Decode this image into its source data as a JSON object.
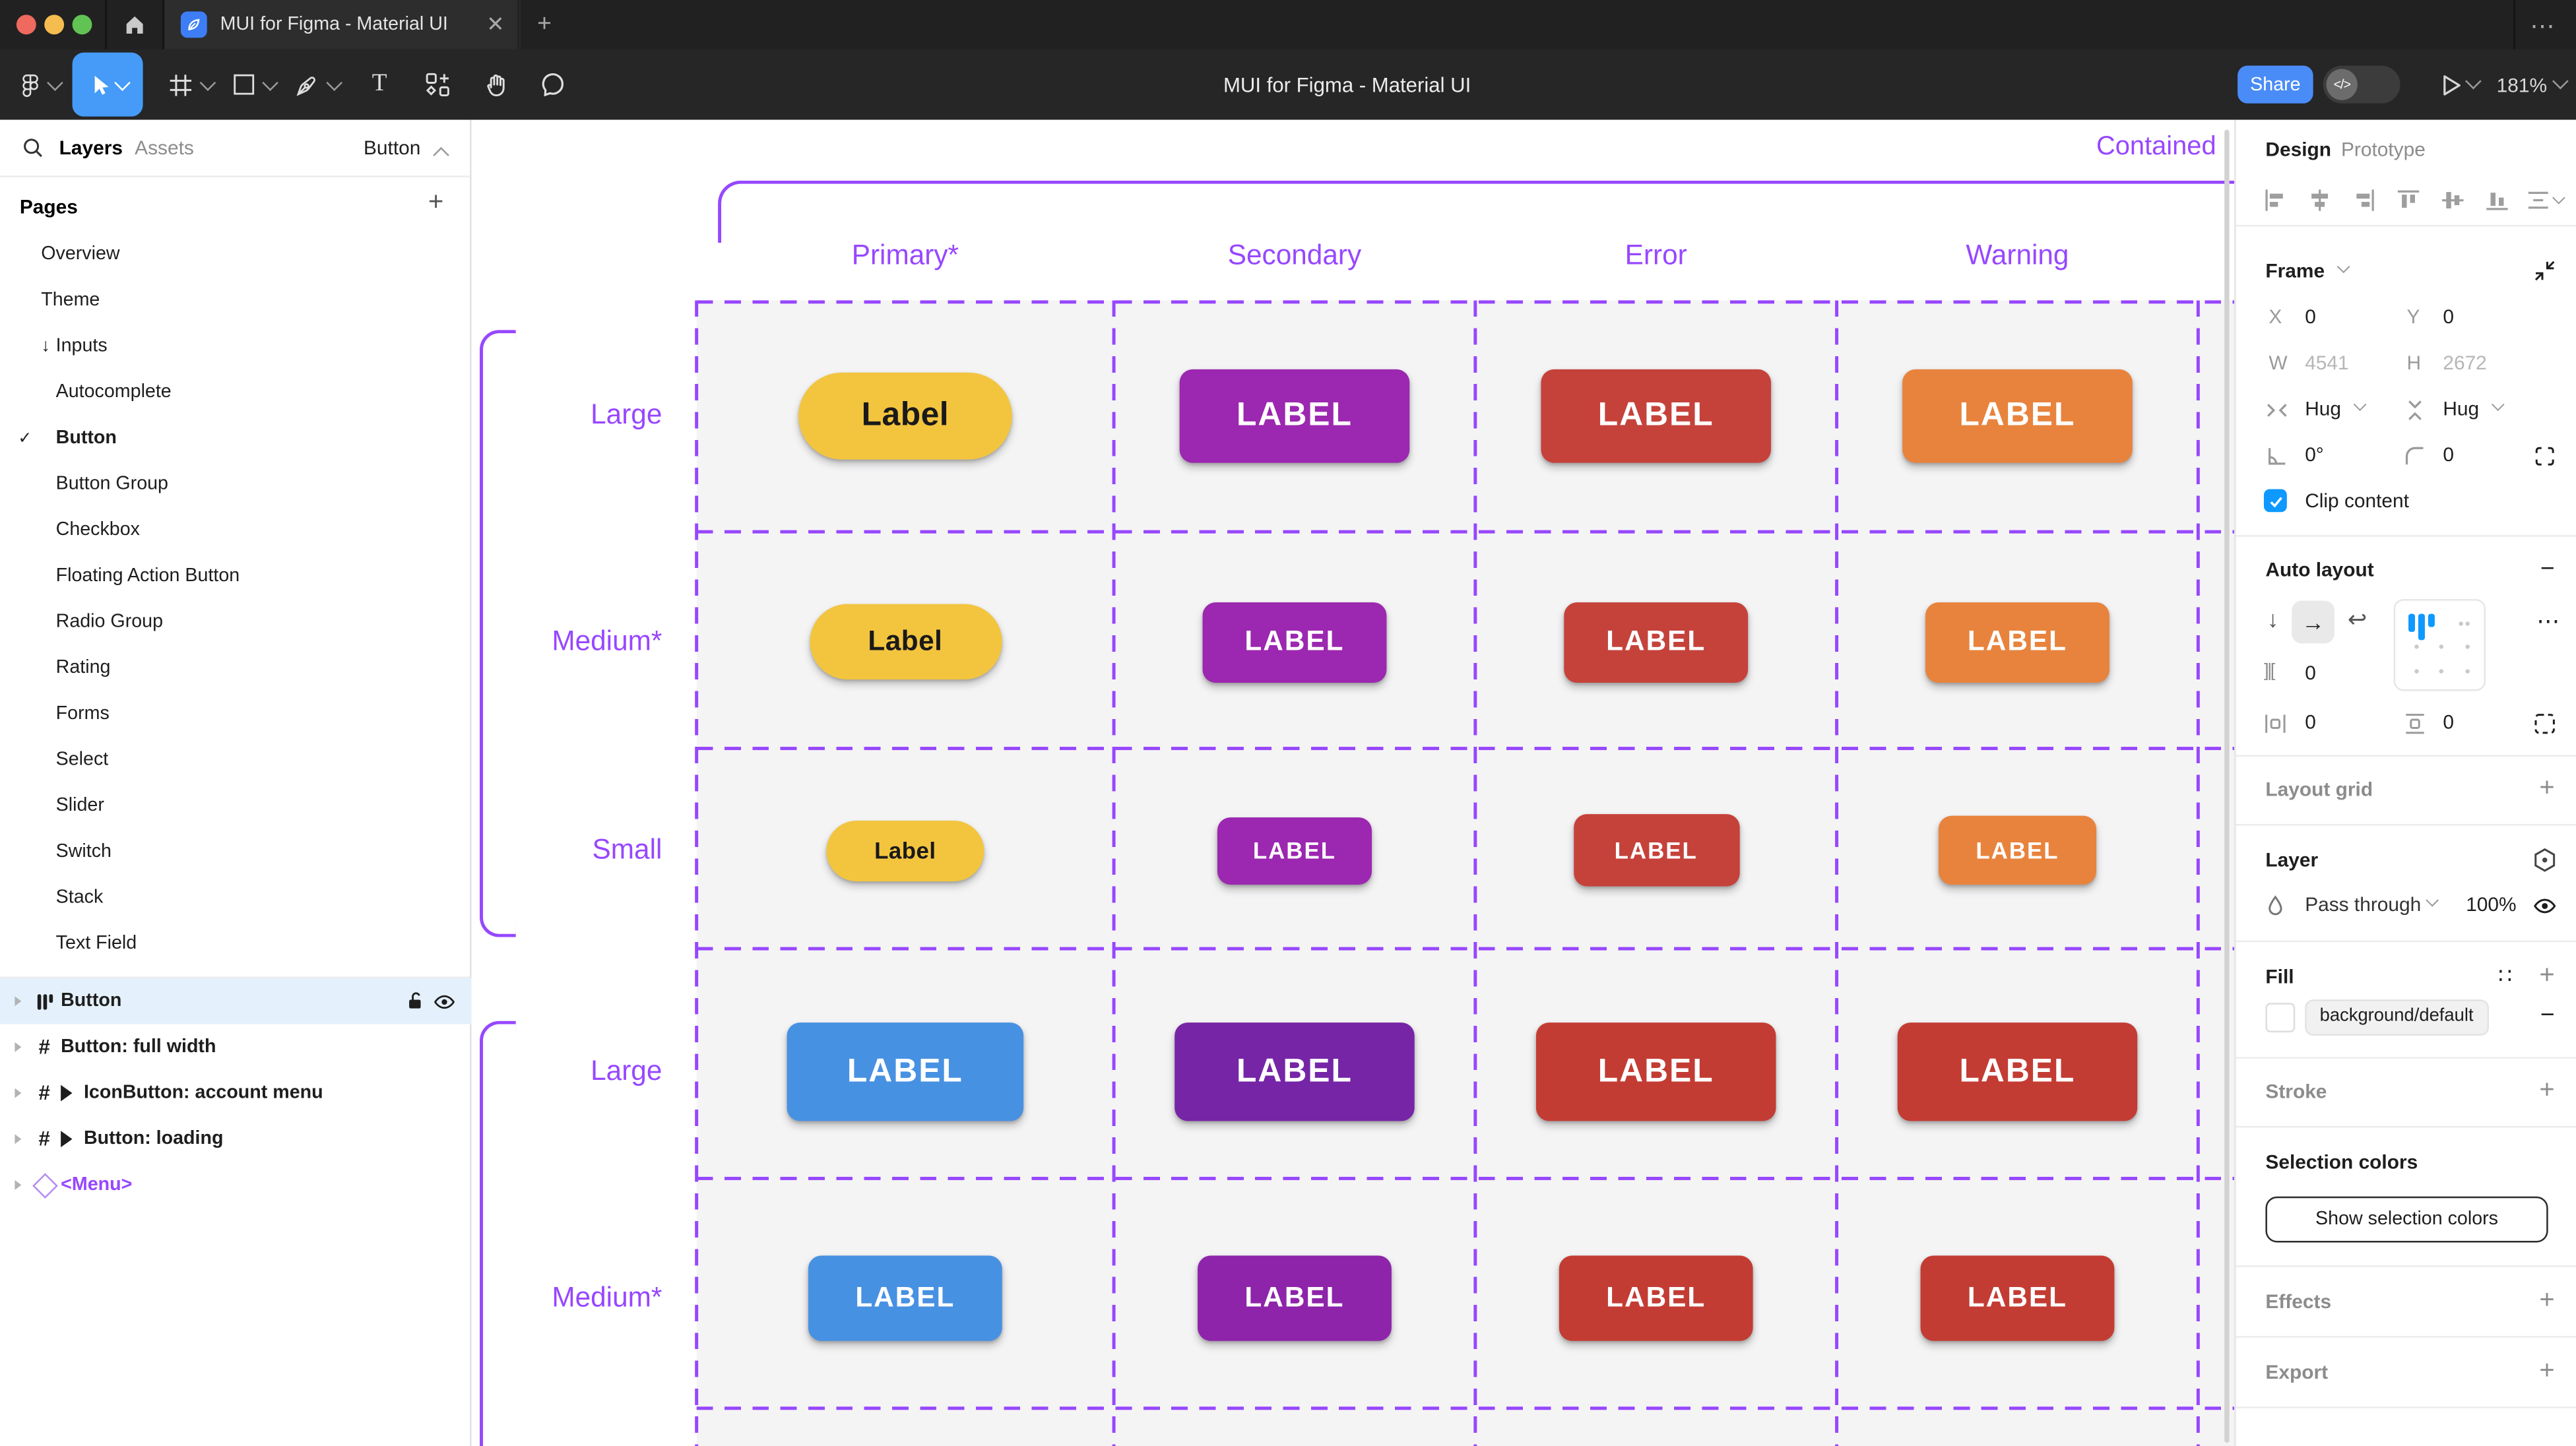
{
  "window": {
    "tab_title": "MUI for Figma - Material UI",
    "new_tab_label": "+",
    "more_label": "⋯"
  },
  "toolbar": {
    "doc_title": "MUI for Figma - Material UI",
    "share_label": "Share",
    "zoom_label": "181%"
  },
  "sidebar": {
    "tab_layers": "Layers",
    "tab_assets": "Assets",
    "page_selector": "Button",
    "pages_title": "Pages",
    "add_page_label": "+",
    "pages": [
      {
        "label": "Overview",
        "indent": 1
      },
      {
        "label": "Theme",
        "indent": 1
      },
      {
        "label": "Inputs",
        "indent": 1,
        "prefix": "↓"
      },
      {
        "label": "Autocomplete",
        "indent": 2
      },
      {
        "label": "Button",
        "indent": 2,
        "selected": true
      },
      {
        "label": "Button Group",
        "indent": 2
      },
      {
        "label": "Checkbox",
        "indent": 2
      },
      {
        "label": "Floating Action Button",
        "indent": 2
      },
      {
        "label": "Radio Group",
        "indent": 2
      },
      {
        "label": "Rating",
        "indent": 2
      },
      {
        "label": "Forms",
        "indent": 2
      },
      {
        "label": "Select",
        "indent": 2
      },
      {
        "label": "Slider",
        "indent": 2
      },
      {
        "label": "Switch",
        "indent": 2
      },
      {
        "label": "Stack",
        "indent": 2
      },
      {
        "label": "Text Field",
        "indent": 2
      }
    ],
    "layers": [
      {
        "label": "Button",
        "icon": "autolayout",
        "selected": true
      },
      {
        "label": "Button: full width",
        "icon": "frame"
      },
      {
        "label": "IconButton: account menu",
        "icon": "frame",
        "play": true
      },
      {
        "label": "Button: loading",
        "icon": "frame",
        "play": true
      },
      {
        "label": "<Menu>",
        "icon": "instance",
        "purple": true
      }
    ]
  },
  "canvas": {
    "frame_label": "Contained",
    "accent_color": "#9747FF",
    "columns": [
      "Primary*",
      "Secondary",
      "Error",
      "Warning"
    ],
    "row_labels": [
      "Large",
      "Medium*",
      "Small",
      "Large",
      "Medium*"
    ],
    "buttons": [
      [
        {
          "color": "#F3C53F",
          "text": "Label",
          "text_color": "#1A1A1A",
          "pill": true,
          "w": 130,
          "h": 53,
          "fs": 20
        },
        {
          "color": "#9C27B0",
          "text": "LABEL",
          "text_color": "#FFFFFF",
          "w": 140,
          "h": 57,
          "fs": 20
        },
        {
          "color": "#C5423B",
          "text": "LABEL",
          "text_color": "#FFFFFF",
          "w": 140,
          "h": 57,
          "fs": 20
        },
        {
          "color": "#E8833D",
          "text": "LABEL",
          "text_color": "#FFFFFF",
          "w": 140,
          "h": 57,
          "fs": 20
        }
      ],
      [
        {
          "color": "#F3C53F",
          "text": "Label",
          "text_color": "#1A1A1A",
          "pill": true,
          "w": 117,
          "h": 46,
          "fs": 17
        },
        {
          "color": "#9C27B0",
          "text": "LABEL",
          "text_color": "#FFFFFF",
          "w": 112,
          "h": 49,
          "fs": 17
        },
        {
          "color": "#C5423B",
          "text": "LABEL",
          "text_color": "#FFFFFF",
          "w": 112,
          "h": 49,
          "fs": 17
        },
        {
          "color": "#E8833D",
          "text": "LABEL",
          "text_color": "#FFFFFF",
          "w": 112,
          "h": 49,
          "fs": 17
        }
      ],
      [
        {
          "color": "#F3C53F",
          "text": "Label",
          "text_color": "#1A1A1A",
          "pill": true,
          "w": 96,
          "h": 37,
          "fs": 14
        },
        {
          "color": "#9C27B0",
          "text": "LABEL",
          "text_color": "#FFFFFF",
          "w": 94,
          "h": 41,
          "fs": 14
        },
        {
          "color": "#C5423B",
          "text": "LABEL",
          "text_color": "#FFFFFF",
          "w": 101,
          "h": 44,
          "fs": 14
        },
        {
          "color": "#E8833D",
          "text": "LABEL",
          "text_color": "#FFFFFF",
          "w": 96,
          "h": 42,
          "fs": 14
        }
      ],
      [
        {
          "color": "#4791E2",
          "text": "LABEL",
          "text_color": "#FFFFFF",
          "w": 144,
          "h": 60,
          "fs": 20
        },
        {
          "color": "#7525A6",
          "text": "LABEL",
          "text_color": "#FFFFFF",
          "w": 146,
          "h": 60,
          "fs": 20
        },
        {
          "color": "#C33C33",
          "text": "LABEL",
          "text_color": "#FFFFFF",
          "w": 146,
          "h": 60,
          "fs": 20
        },
        {
          "color": "#C33C33",
          "text": "LABEL",
          "text_color": "#FFFFFF",
          "w": 146,
          "h": 60,
          "fs": 20
        }
      ],
      [
        {
          "color": "#4791E2",
          "text": "LABEL",
          "text_color": "#FFFFFF",
          "w": 118,
          "h": 52,
          "fs": 17
        },
        {
          "color": "#8E24AA",
          "text": "LABEL",
          "text_color": "#FFFFFF",
          "w": 118,
          "h": 52,
          "fs": 17
        },
        {
          "color": "#C33C33",
          "text": "LABEL",
          "text_color": "#FFFFFF",
          "w": 118,
          "h": 52,
          "fs": 17
        },
        {
          "color": "#C33C33",
          "text": "LABEL",
          "text_color": "#FFFFFF",
          "w": 118,
          "h": 52,
          "fs": 17
        }
      ]
    ]
  },
  "panel": {
    "tab_design": "Design",
    "tab_prototype": "Prototype",
    "frame_section": "Frame",
    "x_label": "X",
    "x_value": "0",
    "y_label": "Y",
    "y_value": "0",
    "w_label": "W",
    "w_value": "4541",
    "h_label": "H",
    "h_value": "2672",
    "hug_h": "Hug",
    "hug_v": "Hug",
    "rotation_value": "0°",
    "radius_value": "0",
    "clip_label": "Clip content",
    "auto_layout_title": "Auto layout",
    "gap_value": "0",
    "pad_h_value": "0",
    "pad_v_value": "0",
    "more_label": "⋯",
    "layout_grid_title": "Layout grid",
    "layer_title": "Layer",
    "blend_mode": "Pass through",
    "opacity": "100%",
    "fill_title": "Fill",
    "fill_token": "background/default",
    "stroke_title": "Stroke",
    "selection_colors_title": "Selection colors",
    "show_selection_colors": "Show selection colors",
    "effects_title": "Effects",
    "export_title": "Export"
  },
  "colors": {
    "accent_purple": "#9747FF",
    "figma_blue": "#0D99FF",
    "tool_selected_blue": "#459BF7",
    "share_blue": "#4A8CF7",
    "traffic_red": "#EE6A5F",
    "traffic_yellow": "#F5BD4F",
    "traffic_green": "#61C354"
  }
}
